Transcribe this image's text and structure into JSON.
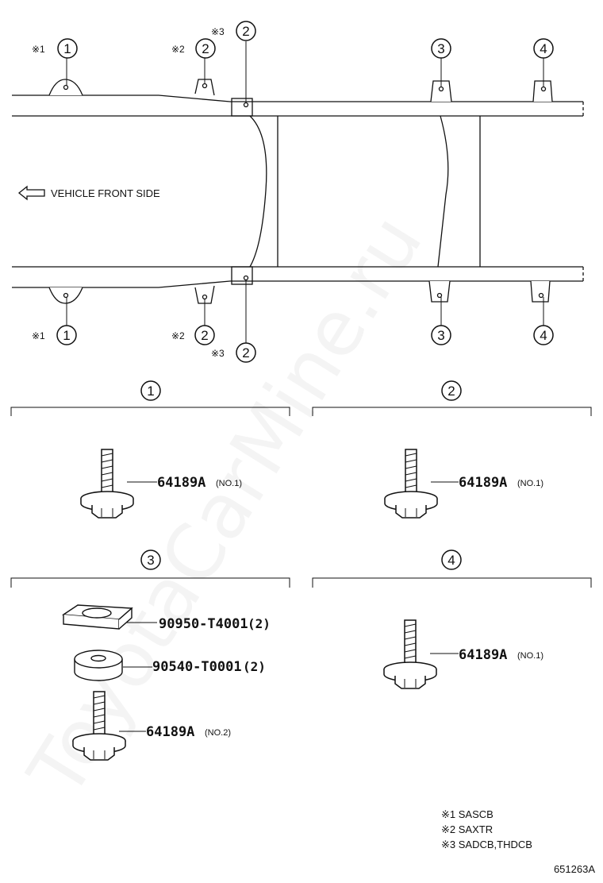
{
  "vehicle_front_side": "VEHICLE FRONT SIDE",
  "mark1": "※1",
  "mark2": "※2",
  "mark3": "※3",
  "callouts": {
    "c1": "1",
    "c2": "2",
    "c3": "3",
    "c4": "4"
  },
  "sections": {
    "s1": {
      "number": "1",
      "part": "64189A",
      "qty": "(NO.1)"
    },
    "s2": {
      "number": "2",
      "part": "64189A",
      "qty": "(NO.1)"
    },
    "s3": {
      "number": "3",
      "parts": [
        {
          "part": "90950-T4001",
          "qty": "(2)"
        },
        {
          "part": "90540-T0001",
          "qty": "(2)"
        },
        {
          "part": "64189A",
          "qty": "(NO.2)"
        }
      ]
    },
    "s4": {
      "number": "4",
      "part": "64189A",
      "qty": "(NO.1)"
    }
  },
  "notes": [
    "※1 SASCB",
    "※2 SAXTR",
    "※3 SADCB,THDCB"
  ],
  "drawing_id": "651263A",
  "watermark": "ToyotaCarMine.ru"
}
